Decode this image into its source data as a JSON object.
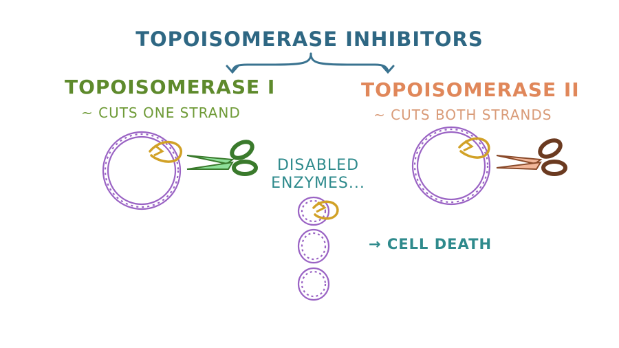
{
  "title": "TOPOISOMERASE INHIBITORS",
  "left": {
    "title": "TOPOISOMERASE I",
    "subtitle": "~ CUTS ONE STRAND"
  },
  "right": {
    "title": "TOPOISOMERASE II",
    "subtitle": "~ CUTS BOTH STRANDS"
  },
  "middle": {
    "line1": "DISABLED",
    "line2": "ENZYMES...",
    "outcome": "→ CELL DEATH"
  },
  "colors": {
    "title": "#2e6783",
    "topo1": "#5e8a2c",
    "topo2": "#e0875a",
    "dna": "#9a63c4",
    "enzyme": "#d1a126",
    "teal": "#2e8a8c"
  }
}
